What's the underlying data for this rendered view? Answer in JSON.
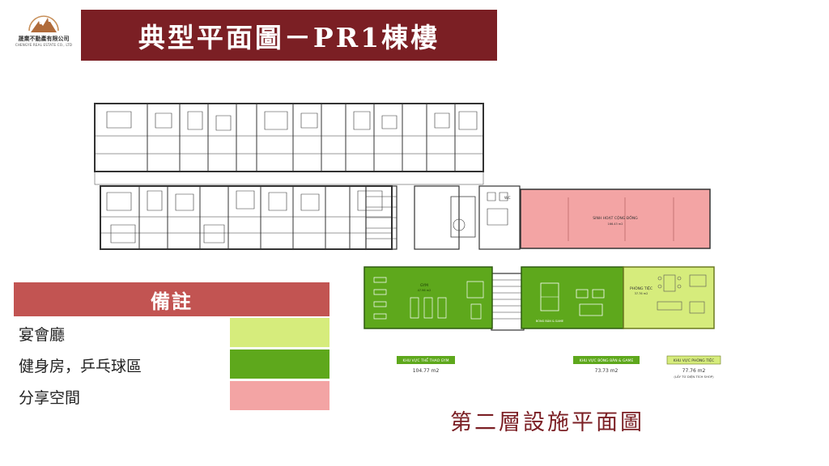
{
  "logo": {
    "name": "晟業不動產有限公司",
    "subtitle": "CHENGYE REAL ESTATE CO., LTD"
  },
  "title": "典型平面圖－PR1棟樓",
  "legend": {
    "heading": "備註",
    "items": [
      {
        "label": "宴會廳",
        "color": "#d6ec7c"
      },
      {
        "label": "健身房，乒乓球區",
        "color": "#5ea81c"
      },
      {
        "label": "分享空間",
        "color": "#f3a4a4"
      }
    ]
  },
  "floorplan": {
    "zones": {
      "community": {
        "label": "SINH HOẠT CỘNG ĐỒNG",
        "area": "166.43 m2"
      },
      "gym": {
        "label": "GYM",
        "area": "47.96 m2"
      },
      "pingpong": {
        "label": "BÓNG BÀN & GAME"
      },
      "party": {
        "label": "PHÒNG TIỆC",
        "area": "37.76 m2"
      }
    },
    "wc_label": "WC",
    "tags": [
      {
        "label": "KHU VỰC THỂ THAO GYM",
        "area": "104.77 m2",
        "note": ""
      },
      {
        "label": "KHU VỰC BÓNG BÀN & GAME",
        "area": "73.73 m2",
        "note": ""
      },
      {
        "label": "KHU VỰC PHÒNG TIỆC",
        "area": "77.76 m2",
        "note": "(LẤY TỪ DIỆN TÍCH SHOP)"
      }
    ]
  },
  "caption": "第二層設施平面圖",
  "colors": {
    "brand": "#7b1f24",
    "legend_header": "#c25452",
    "banquet": "#d6ec7c",
    "gym": "#5ea81c",
    "shared": "#f3a4a4"
  }
}
